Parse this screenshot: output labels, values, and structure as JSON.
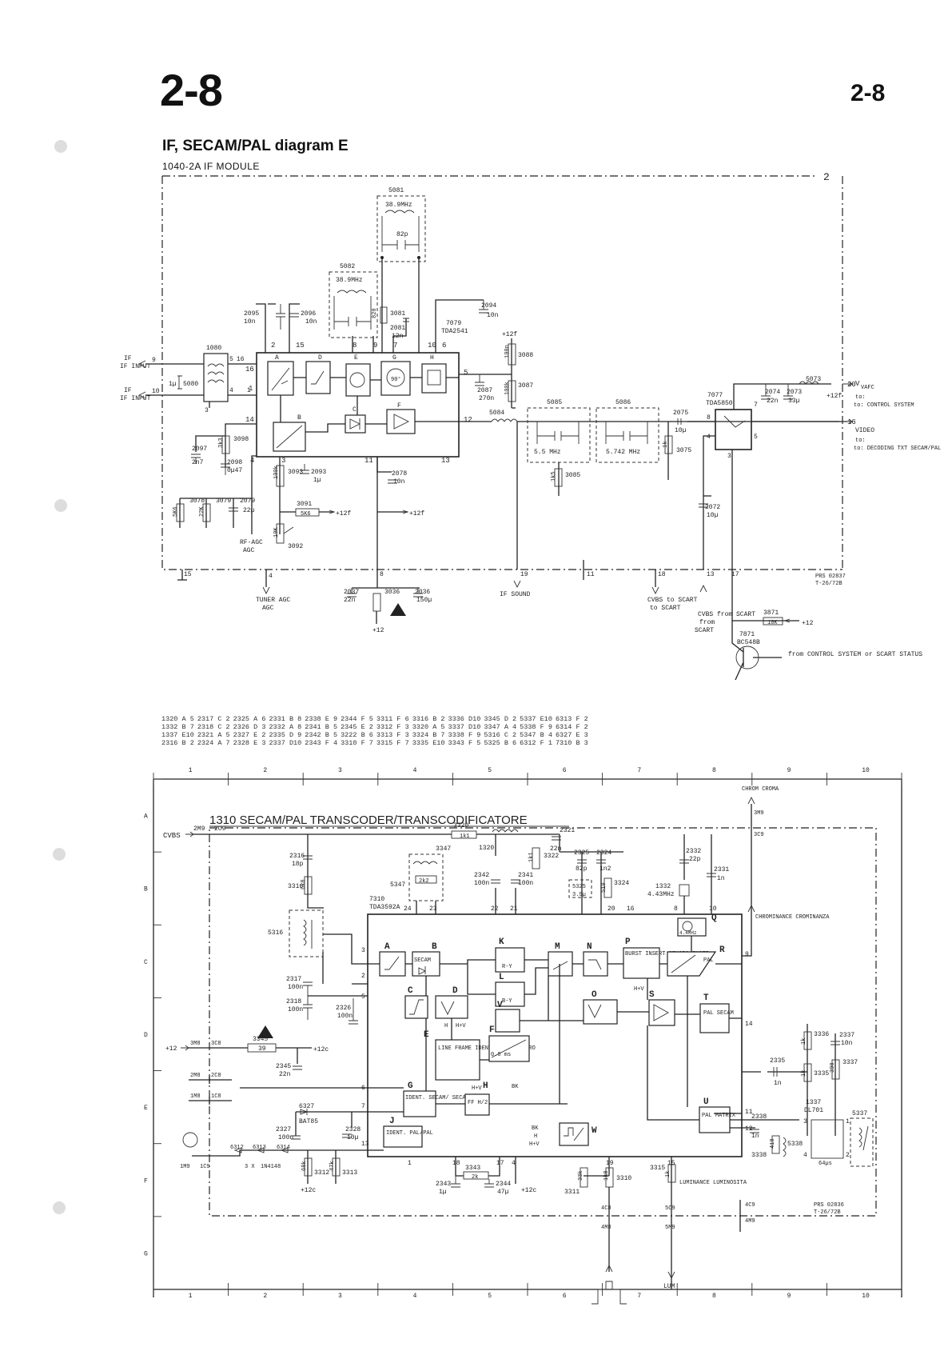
{
  "page": {
    "number_left": "2-8",
    "number_right": "2-8",
    "title": "IF, SECAM/PAL diagram E"
  },
  "top_diagram": {
    "module_label": "1040-2A  IF  MODULE",
    "frame_number": "2",
    "ref_code": "PRS 02837",
    "ref_sub": "T-26/72B",
    "inputs": [
      "IF INPUT",
      "IF INPUT"
    ],
    "outputs": [
      "VAFC",
      "to: CONTROL SYSTEM",
      "VIDEO",
      "to: DECODING TXT SECAM/PAL"
    ],
    "bottom_ports": [
      "TUNER AGC",
      "IF SOUND",
      "CVBS to SCART",
      "CVBS from SCART",
      "RF-AGC"
    ],
    "ics": [
      {
        "ref": "7079",
        "type": "TDA2541"
      },
      {
        "ref": "7077",
        "type": "TDA5850"
      },
      {
        "ref": "7871",
        "type": "BC548B"
      }
    ],
    "filters": [
      {
        "ref": "5081",
        "freq": "38.9MHz"
      },
      {
        "ref": "5082",
        "freq": "38.9MHz"
      },
      {
        "ref": "5085",
        "freq": "5.5 MHz"
      },
      {
        "ref": "5086",
        "freq": "5.742 MHz"
      }
    ],
    "blocks": [
      "A",
      "B",
      "C",
      "D",
      "E",
      "F",
      "G",
      "H"
    ],
    "components": [
      {
        "ref": "2095",
        "val": "10n"
      },
      {
        "ref": "2096",
        "val": "10n"
      },
      {
        "ref": "2094",
        "val": "10n"
      },
      {
        "ref": "3081",
        "val": "820"
      },
      {
        "ref": "2081",
        "val": "12n"
      },
      {
        "ref": "3088",
        "val": "100n"
      },
      {
        "ref": "2087",
        "val": "270n"
      },
      {
        "ref": "3087",
        "val": "100n"
      },
      {
        "ref": "5084",
        "val": ""
      },
      {
        "ref": "1080",
        "val": ""
      },
      {
        "ref": "5080",
        "val": "1µ"
      },
      {
        "ref": "3098",
        "val": "3k3"
      },
      {
        "ref": "2097",
        "val": "2n7"
      },
      {
        "ref": "2098",
        "val": "0µ47"
      },
      {
        "ref": "3093",
        "val": "100k"
      },
      {
        "ref": "2093",
        "val": "1µ"
      },
      {
        "ref": "2078",
        "val": "10n"
      },
      {
        "ref": "3078",
        "val": "5K6"
      },
      {
        "ref": "3079",
        "val": "22K"
      },
      {
        "ref": "2079",
        "val": "22µ"
      },
      {
        "ref": "3091",
        "val": "5K6"
      },
      {
        "ref": "3092",
        "val": "10K"
      },
      {
        "ref": "3085",
        "val": "1k5"
      },
      {
        "ref": "2075",
        "val": "10µ"
      },
      {
        "ref": "3075",
        "val": "1k"
      },
      {
        "ref": "2074",
        "val": "22n"
      },
      {
        "ref": "2073",
        "val": "33µ"
      },
      {
        "ref": "5073",
        "val": ""
      },
      {
        "ref": "2072",
        "val": "10µ"
      },
      {
        "ref": "2037",
        "val": "22n"
      },
      {
        "ref": "3036",
        "val": "10"
      },
      {
        "ref": "2036",
        "val": "150µ"
      },
      {
        "ref": "3871",
        "val": "10K"
      }
    ],
    "supply": "+12",
    "status_text": "from  CONTROL  SYSTEM  or  SCART  STATUS"
  },
  "parts_index": [
    [
      "1320 A 5",
      "2317 C 2",
      "2325 A 6",
      "2331 B 8",
      "2338 E 9",
      "2344 F 5",
      "3311 F 6",
      "3316 B 2",
      "3336 D10",
      "3345 D 2",
      "5337 E10",
      "6313 F 2"
    ],
    [
      "1332 B 7",
      "2318 C 2",
      "2326 D 3",
      "2332 A 8",
      "2341 B 5",
      "2345 E 2",
      "3312 F 3",
      "3320 A 5",
      "3337 D10",
      "3347 A 4",
      "5338 F 9",
      "6314 F 2"
    ],
    [
      "1337 E10",
      "2321 A 5",
      "2327 E 2",
      "2335 D 9",
      "2342 B 5",
      "3222 B 6",
      "3313 F 3",
      "3324 B 7",
      "3338 F 9",
      "5316 C 2",
      "5347 B 4",
      "6327 E 3"
    ],
    [
      "2316 B 2",
      "2324 A 7",
      "2328 E 3",
      "2337 D10",
      "2343 F 4",
      "3310 F 7",
      "3315 F 7",
      "3335 E10",
      "3343 F 5",
      "5325 B 6",
      "6312 F 1",
      "7310 B 3"
    ]
  ],
  "bottom_diagram": {
    "title": "1310  SECAM/PAL  TRANSCODER/TRANSCODIFICATORE",
    "grid_cols": [
      "1",
      "2",
      "3",
      "4",
      "5",
      "6",
      "7",
      "8",
      "9",
      "10"
    ],
    "grid_rows": [
      "A",
      "B",
      "C",
      "D",
      "E",
      "F",
      "G"
    ],
    "ic": {
      "ref": "7310",
      "type": "TDA3592A"
    },
    "delay_line": {
      "ref": "1337",
      "type": "DL701",
      "time": "64µs"
    },
    "crystal": {
      "ref": "1332",
      "freq": "4.43MHz"
    },
    "chroma_label": "CHROM CROMA",
    "chrominance_label": "CHROMINANCE CROMINANZA",
    "luminance_label": "LUMINANCE LUMINOSITA",
    "lum_label": "LUM",
    "cvbs_label": "CVBS",
    "diode": "1N4148",
    "diode2": "BAT85",
    "ref_code": "PRS 02836",
    "ref_sub": "T-26/72B",
    "blocks": [
      {
        "id": "A",
        "text": ""
      },
      {
        "id": "B",
        "text": "SECAM"
      },
      {
        "id": "C",
        "text": ""
      },
      {
        "id": "D",
        "text": ""
      },
      {
        "id": "E",
        "text": "LINE FRAME IDENT. RIGA QUADRO"
      },
      {
        "id": "F",
        "text": "0.8 ms"
      },
      {
        "id": "G",
        "text": "IDENT. SECAM/ SECAM"
      },
      {
        "id": "H",
        "text": "FF H/2"
      },
      {
        "id": "J",
        "text": "IDENT. PAL/PAL"
      },
      {
        "id": "K",
        "text": "R-Y"
      },
      {
        "id": "L",
        "text": "B-Y"
      },
      {
        "id": "M",
        "text": ""
      },
      {
        "id": "N",
        "text": ""
      },
      {
        "id": "O",
        "text": ""
      },
      {
        "id": "P",
        "text": "BURST INSERT SINCRO INSER"
      },
      {
        "id": "Q",
        "text": "4.4MHz"
      },
      {
        "id": "R",
        "text": "PAL"
      },
      {
        "id": "S",
        "text": ""
      },
      {
        "id": "T",
        "text": "PAL SECAM"
      },
      {
        "id": "U",
        "text": "PAL MATRIX"
      },
      {
        "id": "V",
        "text": ""
      },
      {
        "id": "W",
        "text": ""
      }
    ],
    "signals": [
      "BK",
      "H",
      "H+V"
    ],
    "ports": [
      "2M9",
      "2C9",
      "3M9",
      "3C9",
      "3M8",
      "3C8",
      "2M8",
      "2C8",
      "1M8",
      "1C8",
      "1M9",
      "1C9",
      "4C8",
      "4M8",
      "5C9",
      "5M9",
      "4C9",
      "4M9"
    ],
    "components": [
      {
        "ref": "3320",
        "val": "1k1"
      },
      {
        "ref": "1320",
        "val": ""
      },
      {
        "ref": "2321",
        "val": "22n"
      },
      {
        "ref": "3321",
        "val": "1k1"
      },
      {
        "ref": "3322",
        "val": ""
      },
      {
        "ref": "2325",
        "val": "82p"
      },
      {
        "ref": "2324",
        "val": "1n2"
      },
      {
        "ref": "2332",
        "val": "22p"
      },
      {
        "ref": "2331",
        "val": "1n"
      },
      {
        "ref": "2316",
        "val": "18p"
      },
      {
        "ref": "3316",
        "val": "6k8"
      },
      {
        "ref": "3347",
        "val": "2k2"
      },
      {
        "ref": "5347",
        "val": ""
      },
      {
        "ref": "2342",
        "val": "100n"
      },
      {
        "ref": "2341",
        "val": "100n"
      },
      {
        "ref": "5325",
        "val": "3.9µ"
      },
      {
        "ref": "3324",
        "val": "510"
      },
      {
        "ref": "5316",
        "val": ""
      },
      {
        "ref": "2317",
        "val": "100n"
      },
      {
        "ref": "2318",
        "val": "100n"
      },
      {
        "ref": "2326",
        "val": "100n"
      },
      {
        "ref": "3345",
        "val": "39"
      },
      {
        "ref": "2345",
        "val": "22n"
      },
      {
        "ref": "6327",
        "val": ""
      },
      {
        "ref": "2327",
        "val": "100n"
      },
      {
        "ref": "2328",
        "val": "10µ"
      },
      {
        "ref": "6312",
        "val": ""
      },
      {
        "ref": "6313",
        "val": ""
      },
      {
        "ref": "6314",
        "val": ""
      },
      {
        "ref": "3312",
        "val": "68k"
      },
      {
        "ref": "3313",
        "val": "47k"
      },
      {
        "ref": "3343",
        "val": "2k"
      },
      {
        "ref": "2343",
        "val": "1µ"
      },
      {
        "ref": "2344",
        "val": "47µ"
      },
      {
        "ref": "3311",
        "val": "33k"
      },
      {
        "ref": "3310",
        "val": "1k8"
      },
      {
        "ref": "3315",
        "val": "1k"
      },
      {
        "ref": "3336",
        "val": "1k"
      },
      {
        "ref": "2337",
        "val": "10n"
      },
      {
        "ref": "2335",
        "val": "1n"
      },
      {
        "ref": "3335",
        "val": "1k"
      },
      {
        "ref": "3337",
        "val": "390"
      },
      {
        "ref": "2338",
        "val": "1n"
      },
      {
        "ref": "3338",
        "val": "410"
      },
      {
        "ref": "5338",
        "val": ""
      },
      {
        "ref": "5337",
        "val": ""
      }
    ],
    "supplies": [
      "+12",
      "+12c"
    ]
  }
}
